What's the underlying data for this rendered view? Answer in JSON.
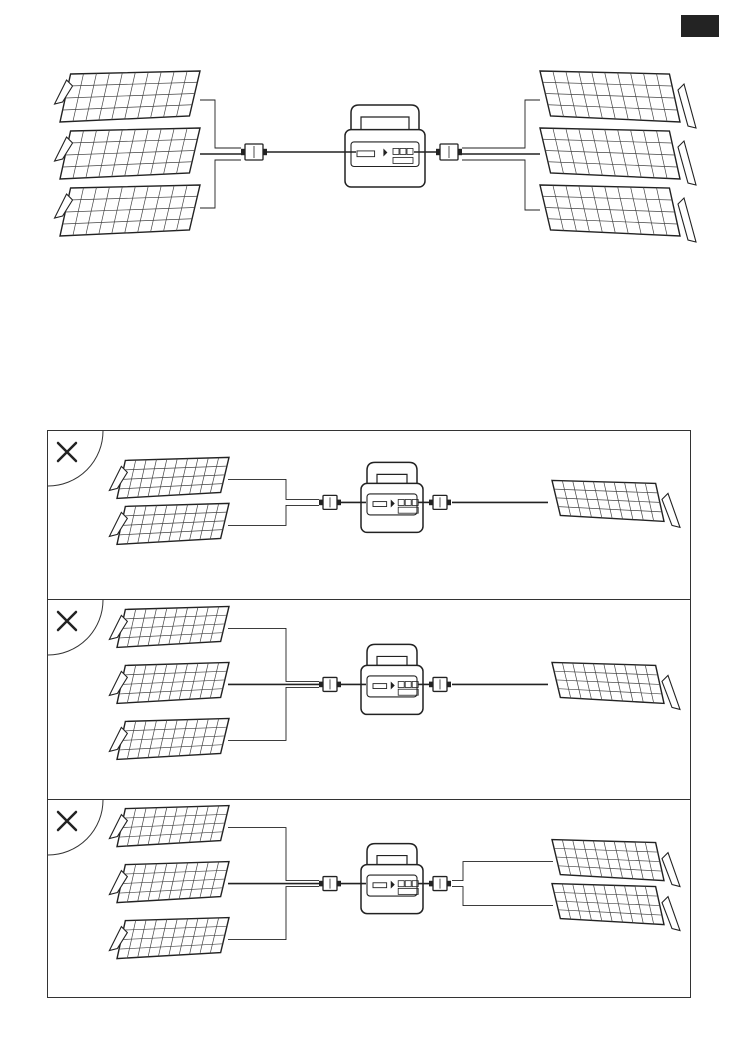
{
  "header": {
    "tab_marker_color": "#232323"
  },
  "colors": {
    "line": "#222222",
    "panel_fill": "#ffffff",
    "grid": "#444444"
  },
  "correct_setup": {
    "left_panels": 3,
    "right_panels": 3,
    "icons": [
      "solar-panel-icon",
      "y-connector-icon",
      "power-station-icon"
    ]
  },
  "incorrect_setups": [
    {
      "mark": "×",
      "left_panels": 2,
      "right_panels": 1
    },
    {
      "mark": "×",
      "left_panels": 3,
      "right_panels": 1
    },
    {
      "mark": "×",
      "left_panels": 3,
      "right_panels": 2
    }
  ]
}
